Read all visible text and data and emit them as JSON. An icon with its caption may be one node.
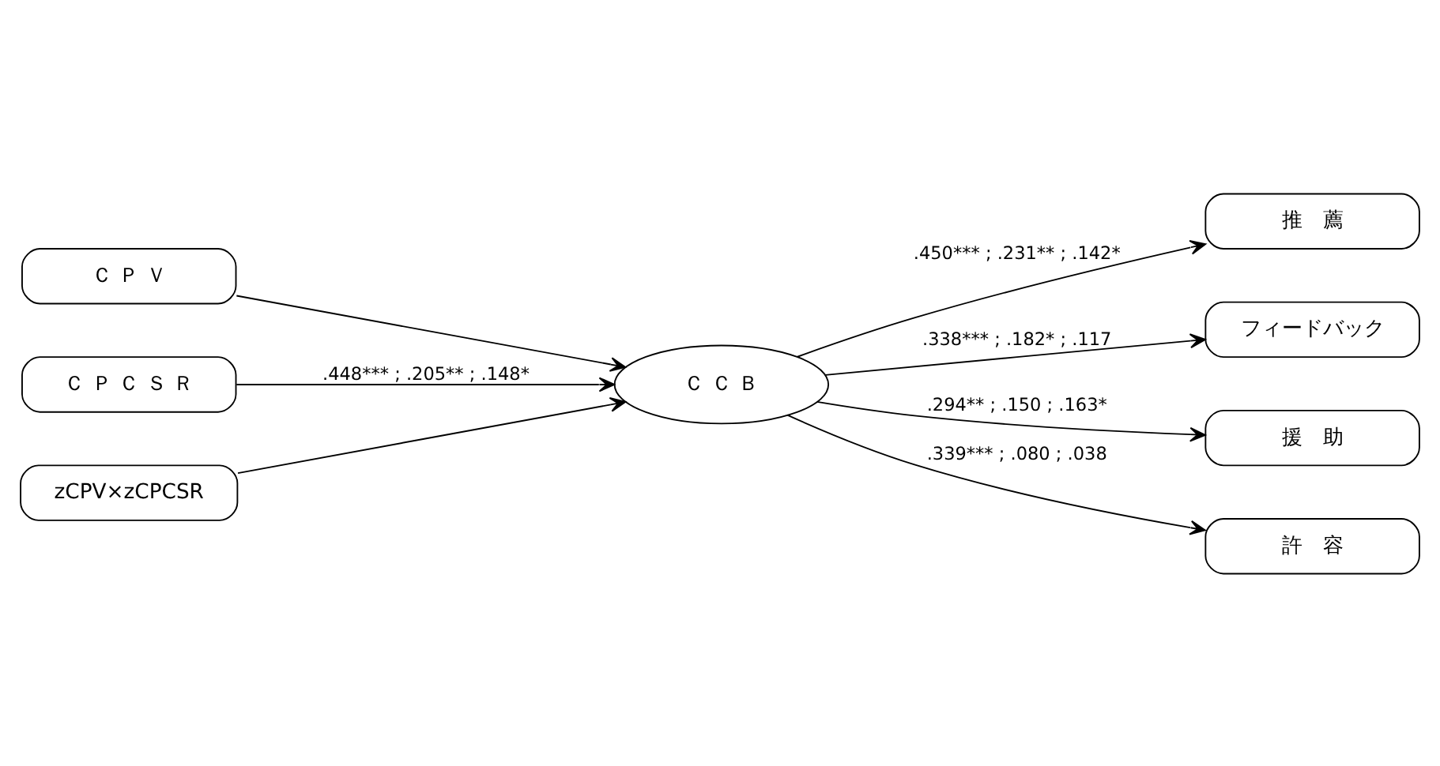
{
  "diagram": {
    "nodes": [
      {
        "text": [
          "推　薦"
        ]
      },
      {
        "text": [
          "フィードバック"
        ]
      },
      {
        "text": [
          "Ｃ Ｐ Ｖ"
        ]
      },
      {
        "text": [
          "Ｃ Ｐ Ｃ Ｓ Ｒ"
        ]
      },
      {
        "text": [
          "zCPV×zCPCSR"
        ]
      },
      {
        "text": [
          "Ｃ Ｃ Ｂ"
        ]
      },
      {
        "text": [
          "援　助"
        ]
      },
      {
        "text": [
          "許　容"
        ]
      }
    ],
    "edges": [
      {
        "from": 2,
        "to": 5,
        "arrow": "to"
      },
      {
        "from": 3,
        "to": 5,
        "arrow": "to",
        "label": ".448*** ; .205** ; .148*"
      },
      {
        "from": 4,
        "to": 5,
        "arrow": "to"
      },
      {
        "from": 5,
        "to": 0,
        "arrow": "to",
        "label": ".450*** ; .231** ; .142*"
      },
      {
        "from": 5,
        "to": 1,
        "arrow": "to",
        "label": ".338*** ; .182* ; .117"
      },
      {
        "from": 5,
        "to": 6,
        "arrow": "to",
        "label": ".294** ; .150 ; .163*"
      },
      {
        "from": 5,
        "to": 7,
        "arrow": "to",
        "label": ".339*** ; .080 ; .038"
      }
    ]
  }
}
